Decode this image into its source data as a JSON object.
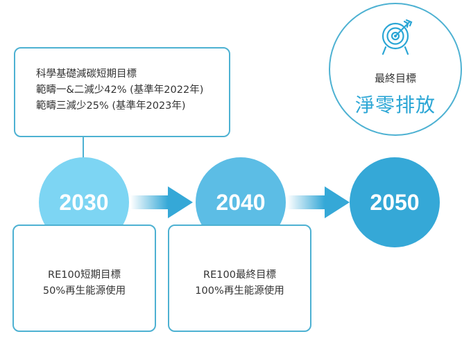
{
  "sbti_box": {
    "lines": [
      "科學基礎減碳短期目標",
      "範疇一&二減少42% (基準年2022年)",
      "範疇三減少25% (基準年2023年)"
    ]
  },
  "milestones": [
    {
      "year": "2030",
      "color": "#7dd5f3"
    },
    {
      "year": "2040",
      "color": "#5cbde5"
    },
    {
      "year": "2050",
      "color": "#35a8d7"
    }
  ],
  "re100_short": {
    "lines": [
      "RE100短期目標",
      "50%再生能源使用"
    ]
  },
  "re100_final": {
    "lines": [
      "RE100最終目標",
      "100%再生能源使用"
    ]
  },
  "final_goal": {
    "label": "最終目標",
    "title": "淨零排放",
    "icon": "target-arrow-icon"
  },
  "colors": {
    "border": "#4db1d2",
    "accent_text": "#2ba6d5"
  }
}
